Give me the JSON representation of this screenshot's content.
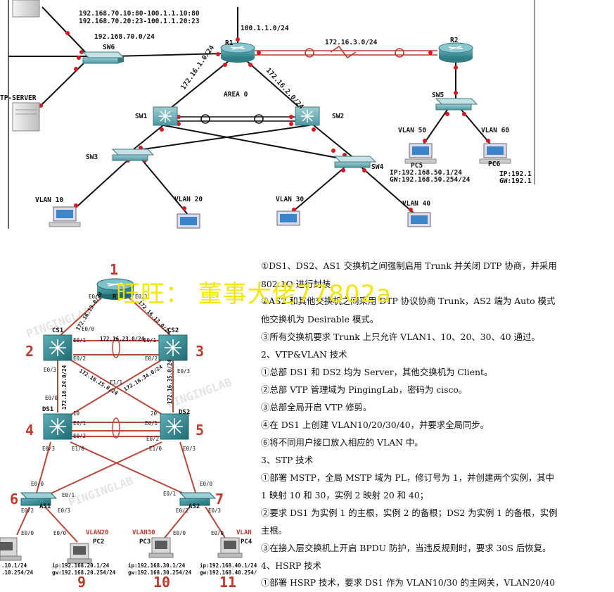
{
  "top_diagram": {
    "nat_line1": "192.168.70.10:80-100.1.1.10:80",
    "nat_line2": "192.168.70.20:23-100.1.1.20:23",
    "net_sw6": "192.168.70.0/24",
    "net_isp": "100.1.1.0/24",
    "net_r1_r2": "172.16.3.0/24",
    "net_r1_sw1": "172.16.1.0/24",
    "net_r1_sw2": "172.16.2.0/24",
    "area": "AREA 0",
    "server_label": "TP-SERVER",
    "sw6": "SW6",
    "r1": "R1",
    "r2": "R2",
    "sw5": "SW5",
    "sw1": "SW1",
    "sw2": "SW2",
    "sw3": "SW3",
    "sw4": "SW4",
    "vlan50": "VLAN 50",
    "vlan60": "VLAN 60",
    "pc5": "PC5",
    "pc6": "PC6",
    "pc5_ip": "IP:192.168.50.1/24",
    "pc5_gw": "GW:192.168.50.254/24",
    "pc6_ip": "IP:192.1",
    "pc6_gw": "GW:192.1",
    "vlan10": "VLAN 10",
    "vlan20": "VLAN 20",
    "vlan30": "VLAN 30",
    "vlan40": "VLAN 40"
  },
  "bottom_diagram": {
    "r1": "R1",
    "cs1": "CS1",
    "cs2": "CS2",
    "ds1": "DS1",
    "ds2": "DS2",
    "as1": "AS1",
    "as2": "AS2",
    "pc2": "PC2",
    "pc3": "PC3",
    "pc4": "PC4",
    "vlan20": "VLAN20",
    "vlan30": "VLAN30",
    "vlan4_partial": "VLAN",
    "num1": "1",
    "num2": "2",
    "num3": "3",
    "num4": "4",
    "num5": "5",
    "num6": "6",
    "num7": "7",
    "num9": "9",
    "num10": "10",
    "num11": "11",
    "net_r1_cs1": "172.16.13.0/24",
    "net_r1_cs2": "172.16.13.0/24",
    "net_cs1_cs2": "172.16.23.0/24",
    "net_cs1_ds1": "172.16.24.0/24",
    "net_cs1_ds2": "172.16.25.0/24",
    "net_cs2_ds1": "172.16.34.0/24",
    "net_cs2_ds2": "172.16.35.0/24",
    "if_e00": "E0/0",
    "if_e01": "E0/1",
    "if_e02": "E0/2",
    "if_e03": "E0/3",
    "if_e10": "E1/0",
    "if_e11": "E1/1",
    "ten": "10",
    "twenty": "20",
    "pc1_ip": ".10.1/24",
    "pc1_gw": ".10.254/24",
    "pc2_ip": "ip:192.168.20.1/24",
    "pc2_gw": "gw:192.168.20.254/24",
    "pc3_ip": "ip:192.168.30.1/24",
    "pc3_gw": "gw:192.168.30.254/24",
    "pc4_ip": "ip:192.168.40.1/24",
    "pc4_gw": "gw:192.168.40.254/24",
    "brand_watermark": "PINGINGLAB"
  },
  "watermark": "旺旺： 董事大佬77802a",
  "instructions": [
    "①DS1、DS2、AS1 交换机之间强制启用 Trunk 并关闭 DTP 协商，并采用",
    "802.1Q 进行封装",
    "②AS2 和其他交换机之间采用 DTP 协议协商 Trunk，AS2 端为 Auto 模式",
    "他交换机为 Desirable 模式。",
    "③所有交换机要求 Trunk 上只允许 VLAN1、10、20、30、40 通过。",
    "2、VTP&VLAN 技术",
    "①总部 DS1 和 DS2 均为 Server，其他交换机为 Client。",
    "②总部 VTP 管理域为 PingingLab，密码为 cisco。",
    "③总部全局开启 VTP 修剪。",
    "④在 DS1 上创建 VLAN10/20/30/40，并要求全局同步。",
    "⑥将不同用户接口放入相应的 VLAN 中。",
    "3、STP 技术",
    "①部署 MSTP，全局 MSTP 域为 PL，修订号为 1，并创建两个实例，其中",
    "1 映射 10 和 30，实例 2 映射 20 和 40；",
    "②要求 DS1 为实例 1 的主根，实例 2 的备根；DS2 为实例 1 的备根，实例",
    "主根。",
    "③在接入层交换机上开启 BPDU 防护，当违反规则时，要求 30S 后恢复。",
    "4、HSRP 技术",
    "①部署 HSRP 技术，要求 DS1 作为 VLAN10/30 的主网关，VLAN20/40"
  ],
  "colors": {
    "link": "#111111",
    "red_link": "#b8473a",
    "port_dot": "#e0141c",
    "device_teal": "#2f7f86",
    "number_red": "#c0392b",
    "watermark": "#f2e600"
  }
}
